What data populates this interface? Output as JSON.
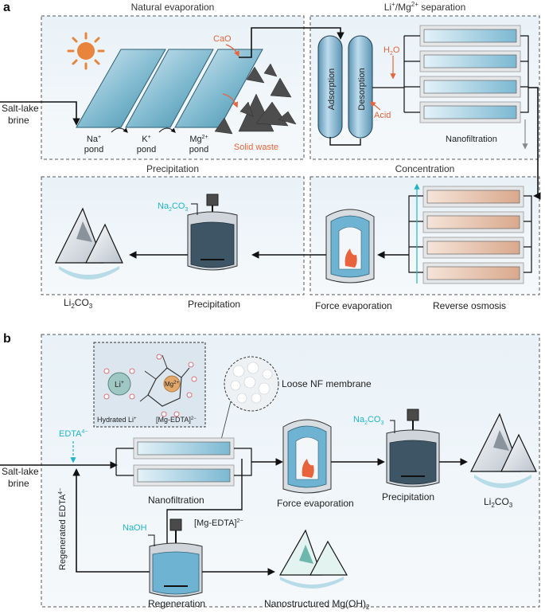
{
  "panel_a": {
    "letter": "a",
    "sections": {
      "natural_evaporation": "Natural evaporation",
      "separation_pre": "Li",
      "separation_sup1": "+",
      "separation_mid": "/Mg",
      "separation_sup2": "2+",
      "separation_post": " separation",
      "precipitation": "Precipitation",
      "concentration": "Concentration"
    },
    "brine_line1": "Salt-lake",
    "brine_line2": "brine",
    "ponds": [
      {
        "ion": "Na",
        "charge": "+",
        "label": "pond"
      },
      {
        "ion": "K",
        "charge": "+",
        "label": "pond"
      },
      {
        "ion": "Mg",
        "charge": "2+",
        "label": "pond"
      }
    ],
    "cao": "CaO",
    "solid_waste": "Solid waste",
    "adsorption": "Adsorption",
    "desorption": "Desorption",
    "h2o_pre": "H",
    "h2o_sub": "2",
    "h2o_post": "O",
    "acid": "Acid",
    "nanofiltration": "Nanofiltration",
    "na2co3_pre": "Na",
    "na2co3_sub1": "2",
    "na2co3_mid": "CO",
    "na2co3_sub2": "3",
    "li2co3_pre": "Li",
    "li2co3_sub1": "2",
    "li2co3_mid": "CO",
    "li2co3_sub2": "3",
    "precipitation_label": "Precipitation",
    "force_evaporation": "Force evaporation",
    "reverse_osmosis": "Reverse osmosis"
  },
  "panel_b": {
    "letter": "b",
    "brine_line1": "Salt-lake",
    "brine_line2": "brine",
    "edta_pre": "EDTA",
    "edta_sup": "4−",
    "regen_edta_pre": "Regenerated EDTA",
    "regen_edta_sup": "4−",
    "hydrated_li": "Hydrated Li",
    "hydrated_li_sup": "+",
    "mg_edta_pre": "[Mg-EDTA]",
    "mg_edta_sup": "2−",
    "li_ion_pre": "Li",
    "li_ion_sup": "+",
    "mg_ion_pre": "Mg",
    "mg_ion_sup": "2+",
    "loose_nf": "Loose NF membrane",
    "nanofiltration": "Nanofiltration",
    "mg_edta2_pre": "[Mg-EDTA]",
    "mg_edta2_sup": "2−",
    "force_evaporation": "Force evaporation",
    "precipitation": "Precipitation",
    "na2co3_pre": "Na",
    "na2co3_sub1": "2",
    "na2co3_mid": "CO",
    "na2co3_sub2": "3",
    "li2co3_pre": "Li",
    "li2co3_sub1": "2",
    "li2co3_mid": "CO",
    "li2co3_sub2": "3",
    "naoh": "NaOH",
    "regeneration": "Regeneration",
    "mgoh_pre": "Nanostructured Mg(OH)",
    "mgoh_sub": "2"
  },
  "colors": {
    "orange": "#e8643c",
    "cyan": "#1fb5c9",
    "panel_bg": "#eef4f9",
    "membrane_blue": "#a9d3e6",
    "membrane_tan": "#e7c6b3",
    "tank_dark": "#3e5566"
  }
}
